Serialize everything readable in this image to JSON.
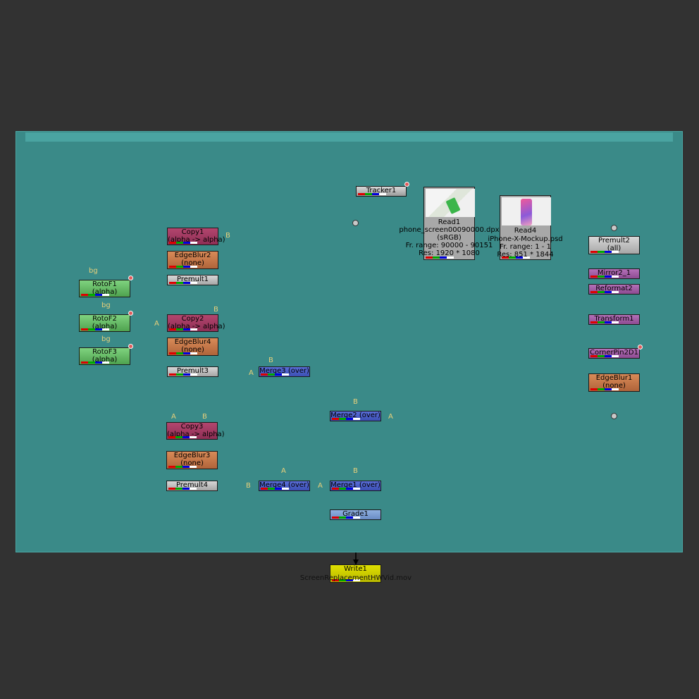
{
  "colors": {
    "background": "#323232",
    "backdrop": "#3a8a88",
    "roto": "#5fb35f",
    "copy": "#9e3a63",
    "edgeblur": "#c27446",
    "premult": "#bfbfbf",
    "merge": "#4a5fc8",
    "transform": "#a05aa5",
    "grade": "#7b9dd3",
    "write": "#cccc00"
  },
  "nodes": {
    "tracker1": "Tracker1",
    "read1": {
      "name": "Read1",
      "file": "phone_screen00090000.dpx",
      "colorspace": "(sRGB)",
      "range": "Fr. range: 90000 - 90151",
      "res": "Res: 1920 * 1080"
    },
    "read4": {
      "name": "Read4",
      "file": "iPhone-X-Mockup.psd",
      "range": "Fr. range: 1 - 1",
      "res": "Res: 851 * 1844"
    },
    "copy1": {
      "name": "Copy1",
      "sub": "(alpha -> alpha)"
    },
    "copy2": {
      "name": "Copy2",
      "sub": "(alpha -> alpha)"
    },
    "copy3": {
      "name": "Copy3",
      "sub": "(alpha -> alpha)"
    },
    "edgeblur2": {
      "name": "EdgeBlur2",
      "sub": "(none)"
    },
    "edgeblur4": {
      "name": "EdgeBlur4",
      "sub": "(none)"
    },
    "edgeblur3": {
      "name": "EdgeBlur3",
      "sub": "(none)"
    },
    "edgeblur1": {
      "name": "EdgeBlur1",
      "sub": "(none)"
    },
    "premult1": "Premult1",
    "premult3": "Premult3",
    "premult4": "Premult4",
    "premult2": {
      "name": "Premult2",
      "sub": "(all)"
    },
    "rotof1": {
      "name": "RotoF1",
      "sub": "(alpha)"
    },
    "rotof2": {
      "name": "RotoF2",
      "sub": "(alpha)"
    },
    "rotof3": {
      "name": "RotoF3",
      "sub": "(alpha)"
    },
    "merge3": "Merge3 (over)",
    "merge4": "Merge4 (over)",
    "merge2": "Merge2 (over)",
    "merge1": "Merge1 (over)",
    "grade1": "Grade1",
    "mirror2_1": "Mirror2_1",
    "reformat2": "Reformat2",
    "transform1": "Transform1",
    "cornerpin2d1": "CornerPin2D1",
    "write1": {
      "name": "Write1",
      "file": "ScreenReplacementHWVid.mov"
    }
  },
  "input_labels": {
    "a": "A",
    "b": "B",
    "bg": "bg"
  }
}
